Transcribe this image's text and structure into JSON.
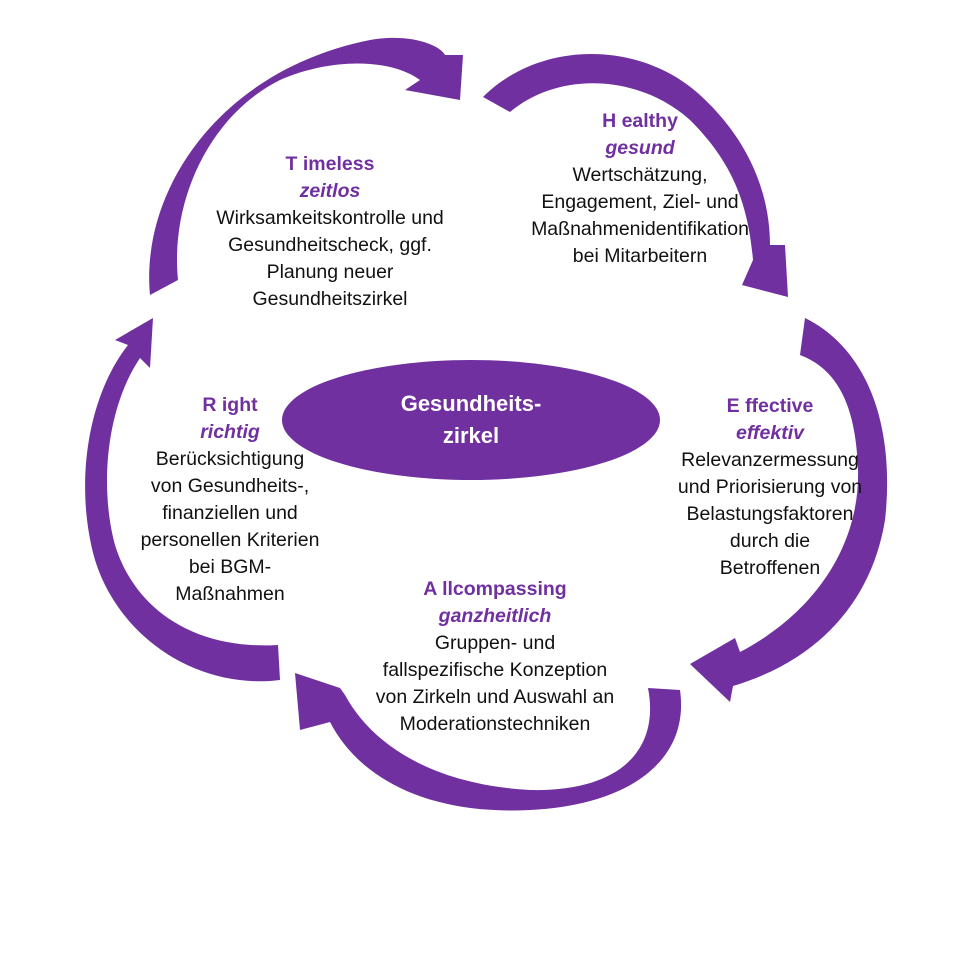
{
  "colors": {
    "accent": "#7030a0",
    "accent_dark": "#5a2a86",
    "text": "#111111",
    "center_text": "#ffffff"
  },
  "center": {
    "line1": "Gesundheits-",
    "line2": "zirkel"
  },
  "blocks": {
    "timeless": {
      "en": "T imeless",
      "de": "zeitlos",
      "lines": [
        "Wirksamkeitskontrolle und",
        "Gesundheitscheck, ggf.",
        "Planung neuer",
        "Gesundheitszirkel"
      ]
    },
    "healthy": {
      "en": "H ealthy",
      "de": "gesund",
      "lines": [
        "Wertschätzung,",
        "Engagement, Ziel- und",
        "Maßnahmenidentifikation",
        "bei Mitarbeitern"
      ]
    },
    "effective": {
      "en": "E ffective",
      "de": "effektiv",
      "lines": [
        "Relevanzermessung",
        "und Priorisierung von",
        "Belastungsfaktoren",
        "durch die",
        "Betroffenen"
      ]
    },
    "allcompassing": {
      "en": "A llcompassing",
      "de": "ganzheitlich",
      "lines": [
        "Gruppen- und",
        "fallspezifische Konzeption",
        "von Zirkeln und Auswahl an",
        "Moderationstechniken"
      ]
    },
    "right": {
      "en": "R ight",
      "de": "richtig",
      "lines": [
        "Berücksichtigung",
        "von Gesundheits-,",
        "finanziellen und",
        "personellen Kriterien",
        "bei BGM-",
        "Maßnahmen"
      ]
    }
  },
  "arrows": [
    "arrow-timeless-to-healthy",
    "arrow-healthy-to-effective",
    "arrow-effective-to-allcompassing",
    "arrow-allcompassing-to-right",
    "arrow-right-to-timeless"
  ]
}
